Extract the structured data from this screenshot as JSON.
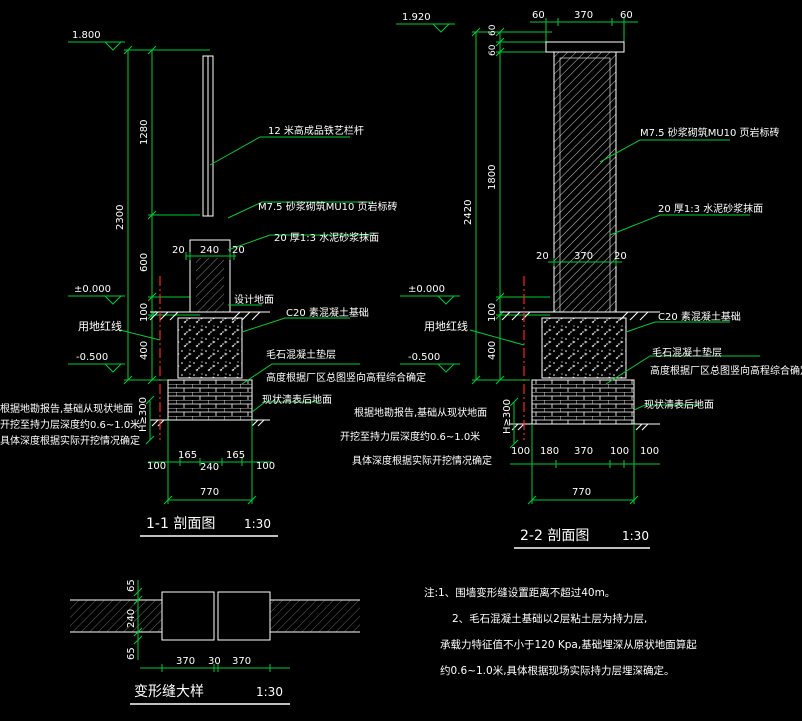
{
  "colors": {
    "background": "#000000",
    "line": "#ffffff",
    "dim": "#00cc33",
    "leader": "#00cc33",
    "axis": "#ff2020",
    "text": "#ffffff"
  },
  "section1": {
    "title": "1-1 剖面图",
    "scale": "1:30",
    "elev_top": "1.800",
    "elev_zero": "±0.000",
    "elev_neg": "-0.500",
    "dim_total": "2300",
    "dim_1280": "1280",
    "dim_600": "600",
    "dim_100": "100",
    "dim_400": "400",
    "dim_20a": "20",
    "dim_240_top": "240",
    "dim_20b": "20",
    "label_fence": "12 米高成品铁艺栏杆",
    "label_wall": "M7.5 砂浆砌筑MU10 页岩标砖",
    "label_plaster": "20 厚1:3 水泥砂浆抹面",
    "label_ground": "设计地面",
    "label_concrete": "C20 素混凝土基础",
    "label_redline": "用地红线",
    "label_rubble": "毛石混凝土垫层",
    "label_rubble_note": "高度根据厂区总图竖向高程综合确定",
    "label_existing": "现状清表后地面",
    "note_line1": "根据地勘报告,基础从现状地面",
    "note_line2": "开挖至持力层深度约0.6~1.0米",
    "note_line3": "具体深度根据实际开挖情况确定",
    "dim_h": "H≥300",
    "dim_100l": "100",
    "dim_165a": "165",
    "dim_240_bot": "240",
    "dim_165b": "165",
    "dim_100r": "100",
    "dim_770": "770"
  },
  "section2": {
    "title": "2-2 剖面图",
    "scale": "1:30",
    "elev_top": "1.920",
    "elev_zero": "±0.000",
    "elev_neg": "-0.500",
    "dim_60a": "60",
    "dim_370_top": "370",
    "dim_60b": "60",
    "dim_total": "2420",
    "dim_60v": "60",
    "dim_60v2": "60",
    "dim_1800": "1800",
    "dim_100": "100",
    "dim_400": "400",
    "dim_20a": "20",
    "dim_370_mid": "370",
    "dim_20b": "20",
    "label_wall": "M7.5 砂浆砌筑MU10 页岩标砖",
    "label_plaster": "20 厚1:3 水泥砂浆抹面",
    "label_concrete": "C20 素混凝土基础",
    "label_redline": "用地红线",
    "label_rubble": "毛石混凝土垫层",
    "label_rubble_note": "高度根据厂区总图竖向高程综合确定",
    "label_existing": "现状清表后地面",
    "note_line1": "根据地勘报告,基础从现状地面",
    "note_line2": "开挖至持力层深度约0.6~1.0米",
    "note_line3": "具体深度根据实际开挖情况确定",
    "dim_h": "H≥300",
    "dim_100l": "100",
    "dim_180": "180",
    "dim_370_bot": "370",
    "dim_100m": "100",
    "dim_100r": "100",
    "dim_770": "770"
  },
  "joint": {
    "title": "变形缝大样",
    "scale": "1:30",
    "dim_65a": "65",
    "dim_240": "240",
    "dim_65b": "65",
    "dim_370a": "370",
    "dim_30": "30",
    "dim_370b": "370"
  },
  "notes": {
    "line1": "注:1、围墙变形缝设置距离不超过40m。",
    "line2": "2、毛石混凝土基础以2层粘土层为持力层,",
    "line3": "承载力特征值不小于120 Kpa,基础埋深从原状地面算起",
    "line4": "约0.6~1.0米,具体根据现场实际持力层埋深确定。"
  }
}
